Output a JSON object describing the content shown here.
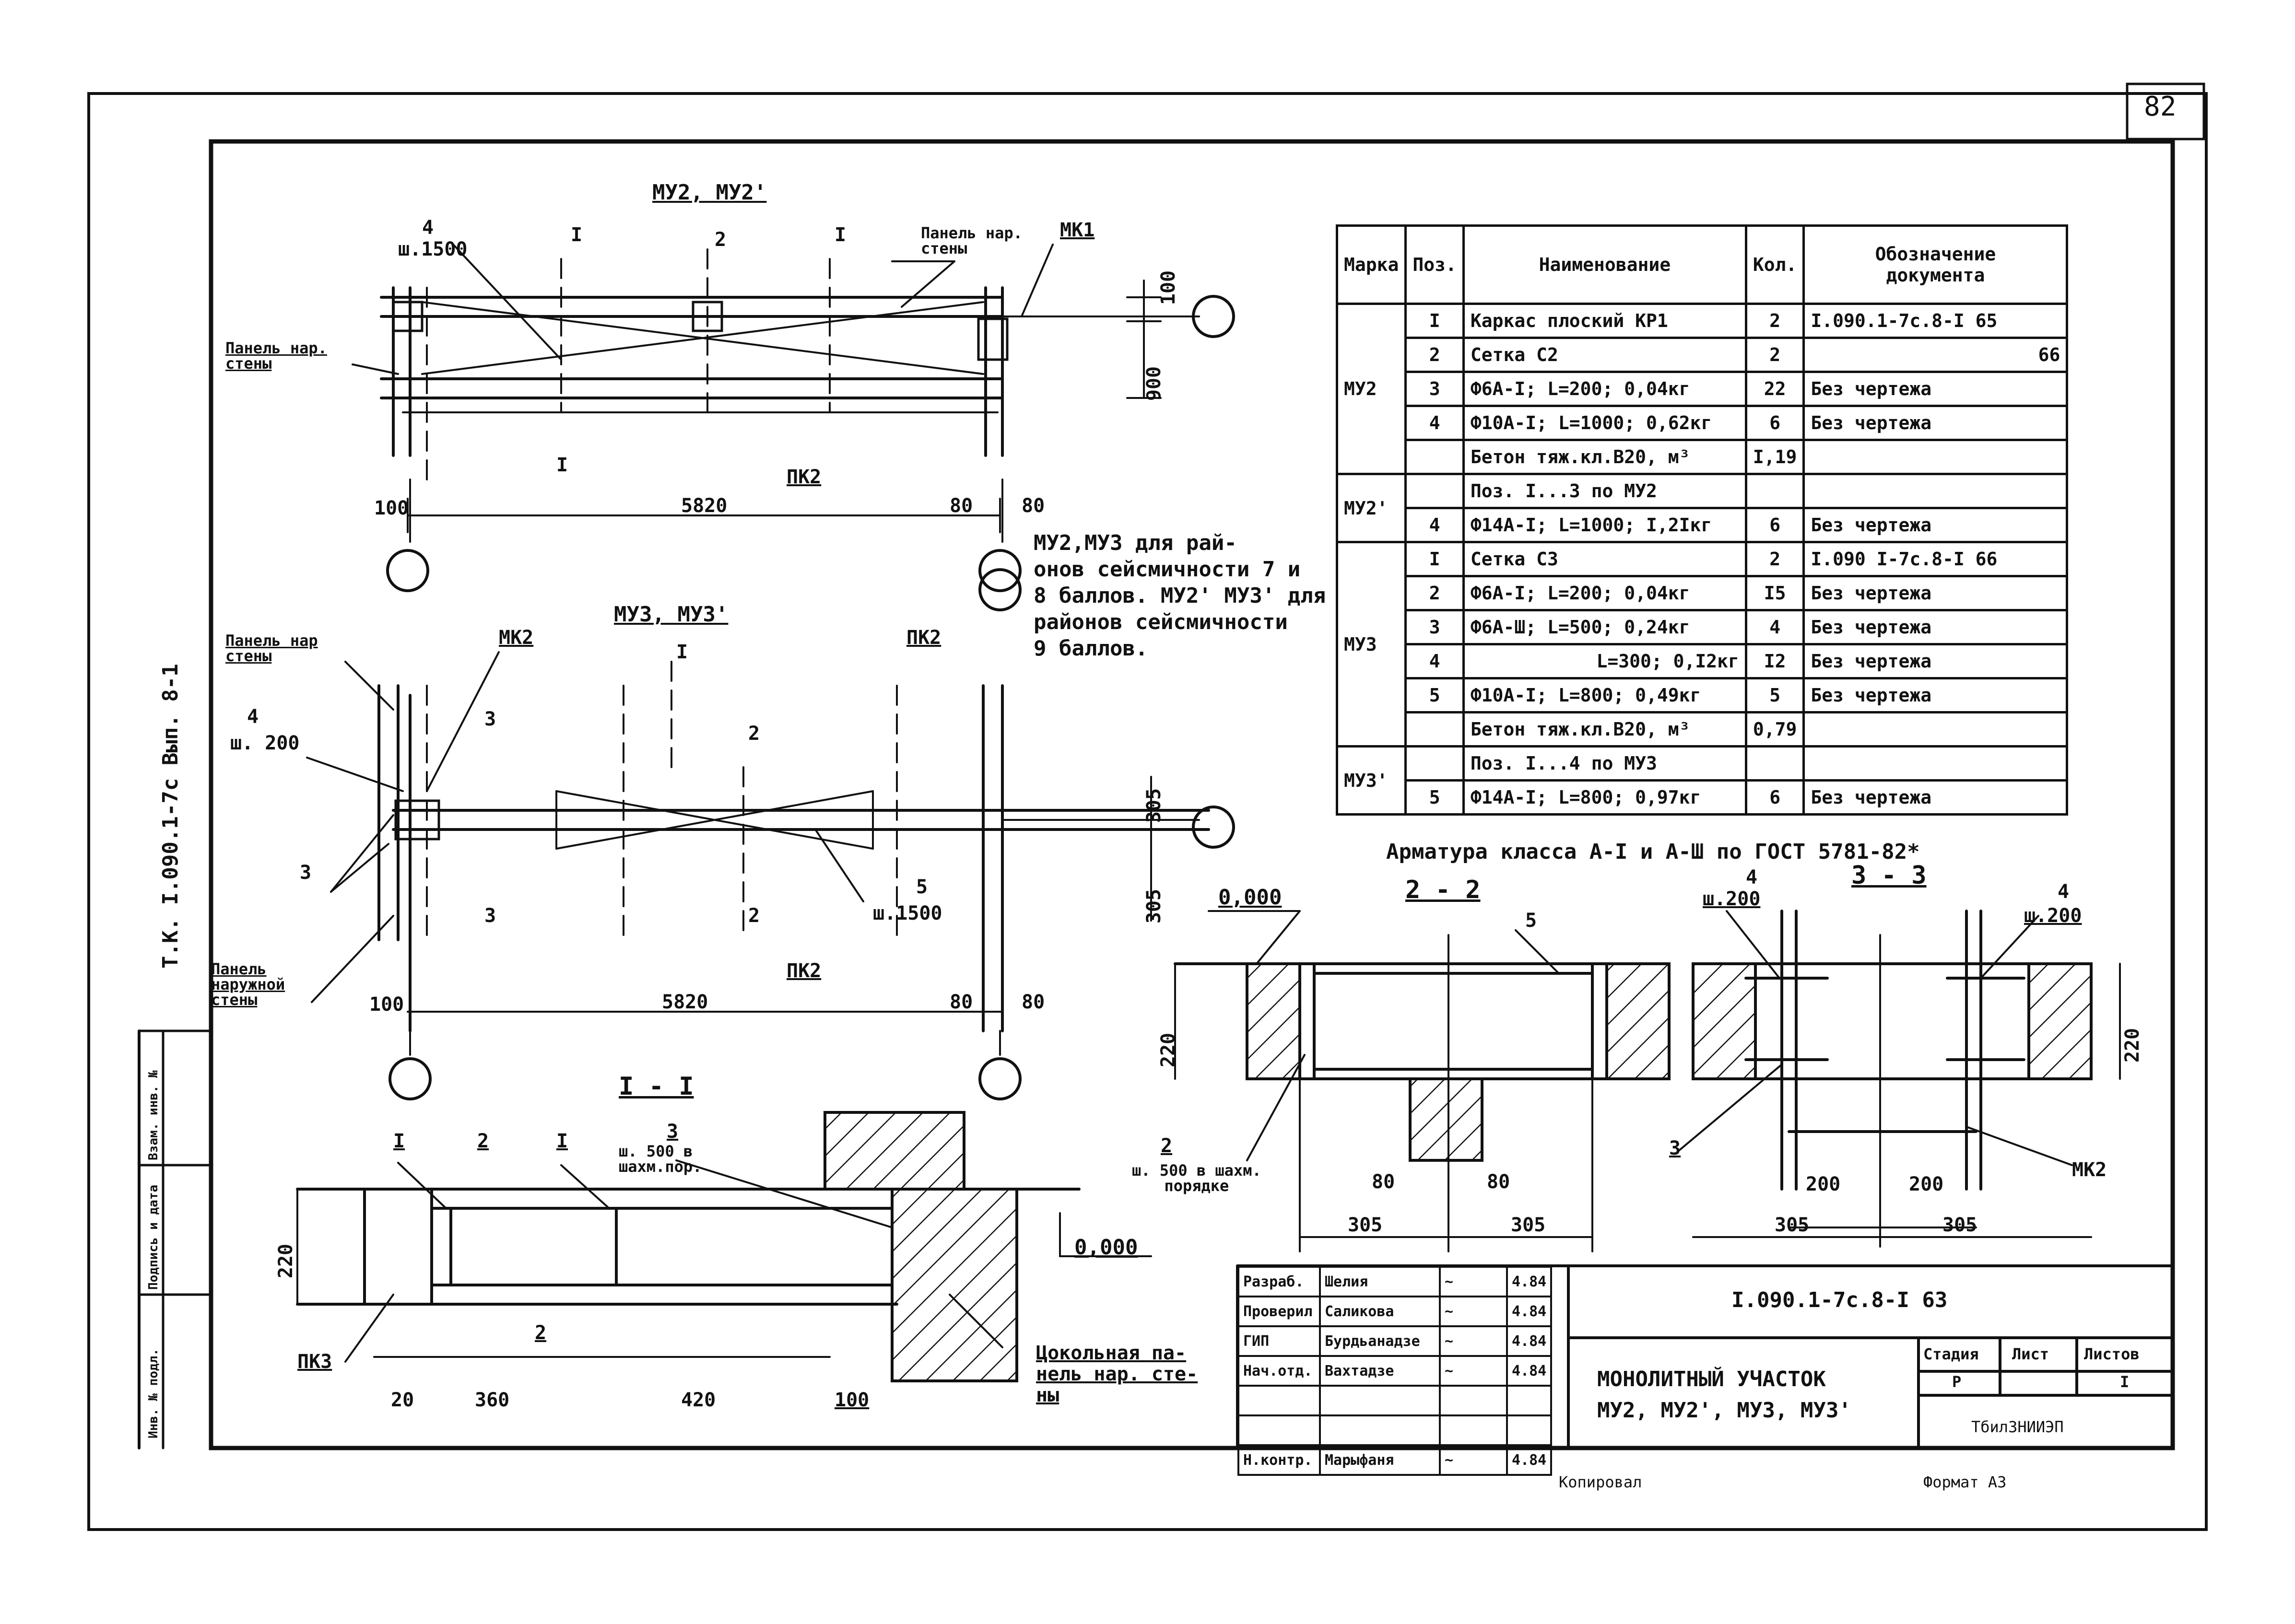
{
  "sheet_number": "82",
  "views": {
    "plan_top_title": "МУ2, МУ2'",
    "plan_top": {
      "dim_4": "4",
      "dim_4_pitch": "ш.1500",
      "sec_I": "I",
      "sec_2": "2",
      "panel_right": "Панель нар.\nстены",
      "mk_label": "МК1",
      "panel_left": "Панель нар.\nстены",
      "dim_100": "100",
      "dim_900": "900",
      "dim_5820": "5820",
      "dim_80a": "80",
      "dim_80b": "80",
      "dim_100b": "100",
      "pk_label": "ПК2"
    },
    "note": "МУ2,МУ3 для рай-\nонов сейсмичности 7 и\n8 баллов. МУ2' МУ3' для\nрайонов сейсмичности\n9 баллов.",
    "plan_mid_title": "МУ3, МУ3'",
    "plan_mid": {
      "panel_top": "Панель нар\nстены",
      "mk_label": "МК2",
      "dim_4": "4",
      "dim_4_pitch": "ш. 200",
      "sec_3": "3",
      "sec_2": "2",
      "pk_label": "ПК2",
      "dim_305a": "305",
      "dim_305b": "305",
      "pos_3": "3",
      "pos_5": "5",
      "pos_5_pitch": "ш.1500",
      "panel_bottom": "Панель\nнаружной\nстены",
      "dim_100": "100",
      "dim_5820": "5820",
      "dim_80a": "80",
      "dim_80b": "80",
      "pk_bottom": "ПК2"
    },
    "section_I": {
      "title": "I - I",
      "pos_1a": "I",
      "pos_2": "2",
      "pos_1b": "I",
      "pos_3": "3",
      "pos_3_pitch": "ш. 500 в\nшахм.пор.",
      "dim_220": "220",
      "pk3": "ПК3",
      "pos_2b": "2",
      "dim_20": "20",
      "dim_360": "360",
      "dim_420": "420",
      "dim_100": "100",
      "elev": "0,000",
      "base_panel": "Цокольная па-\nнель нар. сте-\nны"
    },
    "section_2": {
      "title": "2 - 2",
      "elev": "0,000",
      "pos_5": "5",
      "dim_220": "220",
      "pos_2": "2",
      "pos_2_pitch": "ш. 500 в шахм.\nпорядке",
      "dim_80a": "80",
      "dim_80b": "80",
      "dim_305a": "305",
      "dim_305b": "305"
    },
    "section_3": {
      "title": "3 - 3",
      "pos_4a": "4",
      "pos_4a_pitch": "ш.200",
      "pos_4b": "4",
      "pos_4b_pitch": "ш.200",
      "dim_220": "220",
      "pos_3": "3",
      "mk2": "МК2",
      "dim_200a": "200",
      "dim_200b": "200",
      "dim_305a": "305",
      "dim_305b": "305"
    }
  },
  "spec_table": {
    "headers": [
      "Марка",
      "Поз.",
      "Наименование",
      "Кол.",
      "Обозначение\nдокумента"
    ],
    "rows": [
      {
        "mark": "МУ2",
        "pos": "I",
        "name": "Каркас плоский КР1",
        "qty": "2",
        "doc": "I.090.1-7с.8-I  65"
      },
      {
        "mark": "",
        "pos": "2",
        "name": "Сетка С2",
        "qty": "2",
        "doc": "66"
      },
      {
        "mark": "",
        "pos": "3",
        "name": "Ф6А-I; L=200; 0,04кг",
        "qty": "22",
        "doc": "Без чертежа"
      },
      {
        "mark": "",
        "pos": "4",
        "name": "Ф10А-I; L=1000; 0,62кг",
        "qty": "6",
        "doc": "Без чертежа"
      },
      {
        "mark": "",
        "pos": "",
        "name": "Бетон тяж.кл.В20, м³",
        "qty": "I,19",
        "doc": ""
      },
      {
        "mark": "МУ2'",
        "pos": "",
        "name": "Поз. I...3 по МУ2",
        "qty": "",
        "doc": ""
      },
      {
        "mark": "",
        "pos": "4",
        "name": "Ф14А-I; L=1000; I,2Iкг",
        "qty": "6",
        "doc": "Без чертежа"
      },
      {
        "mark": "МУ3",
        "pos": "I",
        "name": "Сетка С3",
        "qty": "2",
        "doc": "I.090 I-7с.8-I 66"
      },
      {
        "mark": "",
        "pos": "2",
        "name": "Ф6А-I; L=200; 0,04кг",
        "qty": "I5",
        "doc": "Без чертежа"
      },
      {
        "mark": "",
        "pos": "3",
        "name": "Ф6А-Ш; L=500; 0,24кг",
        "qty": "4",
        "doc": "Без чертежа"
      },
      {
        "mark": "",
        "pos": "4",
        "name": "L=300; 0,I2кг",
        "qty": "I2",
        "doc": "Без чертежа"
      },
      {
        "mark": "",
        "pos": "5",
        "name": "Ф10А-I; L=800; 0,49кг",
        "qty": "5",
        "doc": "Без чертежа"
      },
      {
        "mark": "",
        "pos": "",
        "name": "Бетон тяж.кл.В20, м³",
        "qty": "0,79",
        "doc": ""
      },
      {
        "mark": "МУ3'",
        "pos": "",
        "name": "Поз. I...4 по МУ3",
        "qty": "",
        "doc": ""
      },
      {
        "mark": "",
        "pos": "5",
        "name": "Ф14А-I; L=800; 0,97кг",
        "qty": "6",
        "doc": "Без чертежа"
      }
    ],
    "footnote": "Арматура класса А-I и А-Ш по ГОСТ 5781-82*"
  },
  "side_text": "Т.К. I.090.1-7с Вып. 8-1",
  "stamp_left": [
    "Инв. № подл.",
    "Подпись и дата",
    "Взам. инв. №"
  ],
  "title_block": {
    "code": "I.090.1-7с.8-I 63",
    "title_line1": "МОНОЛИТНЫЙ УЧАСТОК",
    "title_line2": "МУ2, МУ2', МУ3, МУ3'",
    "stage_label": "Стадия",
    "sheet_label": "Лист",
    "sheets_label": "Листов",
    "stage": "Р",
    "sheets": "I",
    "org": "ТбилЗНИИЭП",
    "people": [
      {
        "role": "Разраб.",
        "name": "Шелия",
        "date": "4.84"
      },
      {
        "role": "Проверил",
        "name": "Саликова",
        "date": "4.84"
      },
      {
        "role": "ГИП",
        "name": "Бурдьанадзе",
        "date": "4.84"
      },
      {
        "role": "Нач.отд.",
        "name": "Вахтадзе",
        "date": "4.84"
      },
      {
        "role": "",
        "name": "",
        "date": ""
      },
      {
        "role": "",
        "name": "",
        "date": ""
      },
      {
        "role": "Н.контр.",
        "name": "Марыфаня",
        "date": "4.84"
      }
    ]
  },
  "bottom_left": "Копировал",
  "bottom_right": "Формат А3"
}
